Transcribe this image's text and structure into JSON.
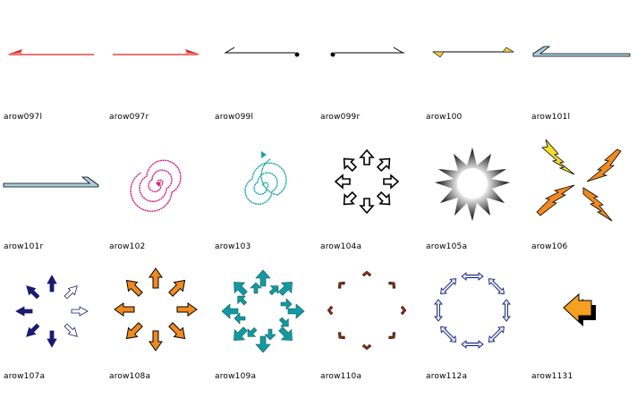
{
  "gallery": {
    "items": [
      {
        "label": "arow097l",
        "icon": "left-arrow-line-red-icon"
      },
      {
        "label": "arow097r",
        "icon": "right-arrow-line-red-icon"
      },
      {
        "label": "arow099l",
        "icon": "left-arrow-line-black-icon"
      },
      {
        "label": "arow099r",
        "icon": "right-arrow-line-black-icon"
      },
      {
        "label": "arow100",
        "icon": "yellow-arrow-line-icon"
      },
      {
        "label": "arow101l",
        "icon": "left-blue-arrow-bar-icon"
      },
      {
        "label": "arow101r",
        "icon": "right-blue-arrow-bar-icon"
      },
      {
        "label": "arow102",
        "icon": "magenta-spiral-arrow-icon"
      },
      {
        "label": "arow103",
        "icon": "teal-spiral-arrow-icon"
      },
      {
        "label": "arow104a",
        "icon": "eight-arrows-outward-icon"
      },
      {
        "label": "arow105a",
        "icon": "starburst-arrows-icon"
      },
      {
        "label": "arow106",
        "icon": "lightning-arrows-icon"
      },
      {
        "label": "arow107a",
        "icon": "navy-circle-arrows-icon"
      },
      {
        "label": "arow108a",
        "icon": "orange-circle-arrows-icon"
      },
      {
        "label": "arow109a",
        "icon": "teal-double-arrows-icon"
      },
      {
        "label": "arow110a",
        "icon": "red-chevron-circle-icon"
      },
      {
        "label": "arow112a",
        "icon": "blue-double-headed-circle-icon"
      },
      {
        "label": "arow1131",
        "icon": "orange-3d-left-arrow-icon"
      }
    ]
  },
  "colors": {
    "red": "#e02020",
    "black": "#000000",
    "yellow": "#f0d040",
    "light_blue": "#a8cce0",
    "magenta": "#cc2288",
    "teal": "#1aa3a8",
    "navy": "#1a1a6e",
    "orange": "#f08a20",
    "teal_dark": "#129aa0",
    "brown_red": "#8a2a10",
    "steel_blue": "#6a8ab0"
  }
}
